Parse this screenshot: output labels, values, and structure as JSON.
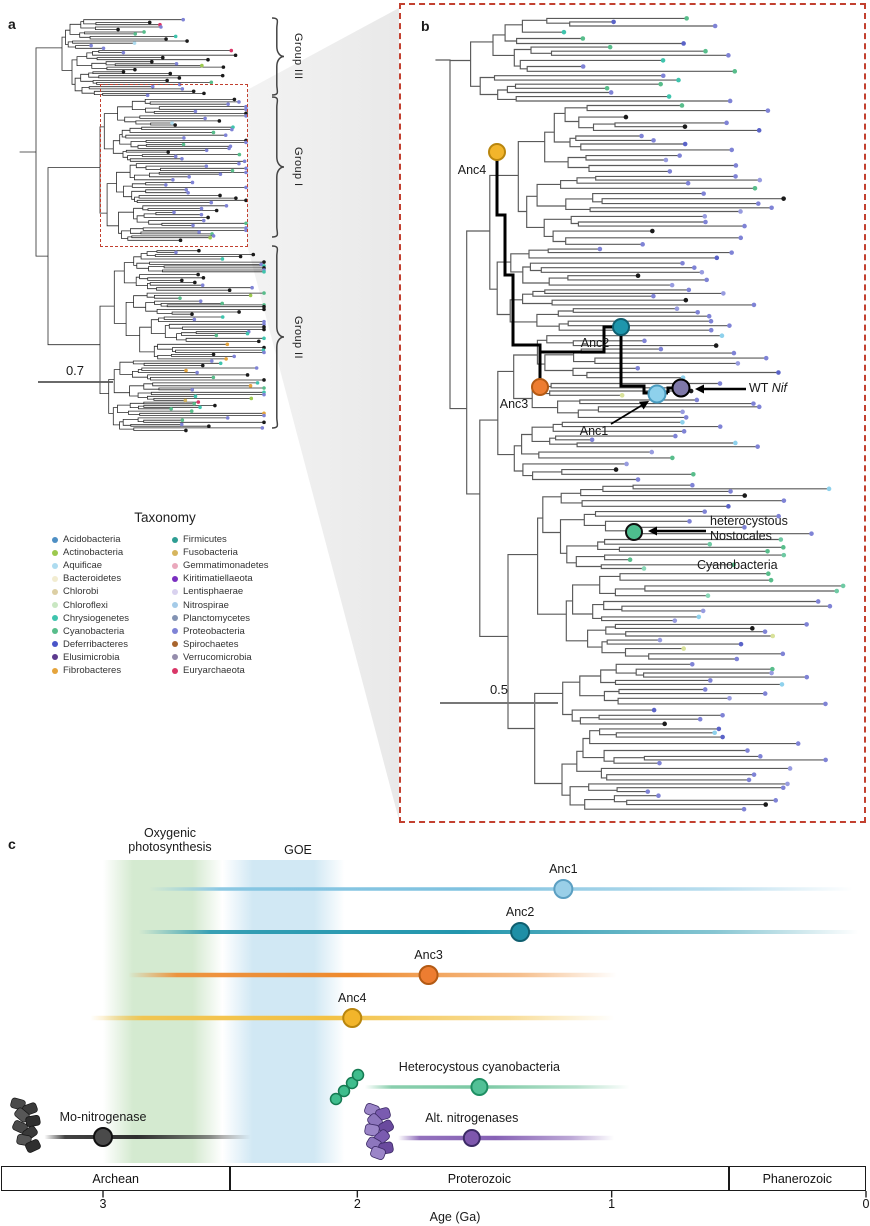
{
  "panel_a": {
    "label": "a",
    "scale_bar_label": "0.7",
    "groups": [
      "Group III",
      "Group I",
      "Group II"
    ],
    "legend": {
      "title": "Taxonomy",
      "items": [
        {
          "name": "Acidobacteria",
          "color": "#4e8fc4"
        },
        {
          "name": "Actinobacteria",
          "color": "#9cc94e"
        },
        {
          "name": "Aquificae",
          "color": "#aedcf0"
        },
        {
          "name": "Bacteroidetes",
          "color": "#f2ecd0"
        },
        {
          "name": "Chlorobi",
          "color": "#dccfa4"
        },
        {
          "name": "Chloroflexi",
          "color": "#c9e7c2"
        },
        {
          "name": "Chrysiogenetes",
          "color": "#3fc4ad"
        },
        {
          "name": "Cyanobacteria",
          "color": "#58bd8b"
        },
        {
          "name": "Deferribacteres",
          "color": "#4a55c8"
        },
        {
          "name": "Elusimicrobia",
          "color": "#5c3a8e"
        },
        {
          "name": "Fibrobacteres",
          "color": "#e5a43c"
        },
        {
          "name": "Firmicutes",
          "color": "#2e9d93"
        },
        {
          "name": "Fusobacteria",
          "color": "#d6b55e"
        },
        {
          "name": "Gemmatimonadetes",
          "color": "#eaa8bc"
        },
        {
          "name": "Kiritimatiellaeota",
          "color": "#7a2fc0"
        },
        {
          "name": "Lentisphaerae",
          "color": "#d9d2ef"
        },
        {
          "name": "Nitrospirae",
          "color": "#a5cbe8"
        },
        {
          "name": "Planctomycetes",
          "color": "#8393b3"
        },
        {
          "name": "Proteobacteria",
          "color": "#7f83d6"
        },
        {
          "name": "Spirochaetes",
          "color": "#a8652e"
        },
        {
          "name": "Verrucomicrobia",
          "color": "#958dac"
        },
        {
          "name": "Euryarchaeota",
          "color": "#d93667"
        }
      ]
    }
  },
  "panel_b": {
    "label": "b",
    "scale_bar_label": "0.5",
    "nodes": [
      {
        "id": "anc4",
        "label": "Anc4",
        "color": "#f2b52b",
        "stroke": "#b9860e"
      },
      {
        "id": "anc3",
        "label": "Anc3",
        "color": "#ed7d31",
        "stroke": "#b35a14"
      },
      {
        "id": "anc2",
        "label": "Anc2",
        "color": "#1e96ac",
        "stroke": "#0f5f70"
      },
      {
        "id": "anc1",
        "label": "Anc1",
        "color": "#8ed1ec",
        "stroke": "#4a9cc0"
      },
      {
        "id": "wt_nif",
        "label_prefix": "WT ",
        "label_gene": "Nif",
        "color": "#7e78a8",
        "stroke": "#000000"
      },
      {
        "id": "nostocales",
        "label_line1": "heterocystous",
        "label_line2": "Nostocales",
        "color": "#4dbd8e",
        "stroke": "#111111"
      }
    ],
    "cyanobacteria_label": "Cyanobacteria"
  },
  "panel_c": {
    "label": "c",
    "band_labels": {
      "oxygenic_line1": "Oxygenic",
      "oxygenic_line2": "photosynthesis",
      "goe": "GOE"
    }
  },
  "chart_data": {
    "type": "scatter",
    "title": "Estimated ages of ancestral nitrogenases and geologic events",
    "xlabel": "Age (Ga)",
    "x_axis": {
      "ticks": [
        "3",
        "2",
        "1",
        "0"
      ],
      "range": [
        3.4,
        0
      ],
      "orientation": "reversed"
    },
    "eras": [
      {
        "name": "Archean",
        "from_Ga": 3.4,
        "to_Ga": 2.5
      },
      {
        "name": "Proterozoic",
        "from_Ga": 2.5,
        "to_Ga": 0.54
      },
      {
        "name": "Phanerozoic",
        "from_Ga": 0.54,
        "to_Ga": 0
      }
    ],
    "bands": [
      {
        "name": "Oxygenic photosynthesis",
        "from_Ga": 3.0,
        "to_Ga": 2.53,
        "color": "#cde6c8"
      },
      {
        "name": "GOE",
        "from_Ga": 2.53,
        "to_Ga": 2.05,
        "color": "#c9e4f2"
      }
    ],
    "series": [
      {
        "name": "Anc1",
        "point_Ga": 1.19,
        "range_Ga": [
          2.82,
          0.05
        ],
        "line_color": "#7fc2e0",
        "point_fill": "#9acfe8",
        "point_stroke": "#5b9fc2"
      },
      {
        "name": "Anc2",
        "point_Ga": 1.36,
        "range_Ga": [
          2.86,
          0.03
        ],
        "line_color": "#2396ad",
        "point_fill": "#1e8fa6",
        "point_stroke": "#0f5f70"
      },
      {
        "name": "Anc3",
        "point_Ga": 1.72,
        "range_Ga": [
          2.9,
          0.98
        ],
        "line_color": "#ee8a2e",
        "point_fill": "#ed7d31",
        "point_stroke": "#b35a14"
      },
      {
        "name": "Anc4",
        "point_Ga": 2.02,
        "range_Ga": [
          3.05,
          0.99
        ],
        "line_color": "#f3c143",
        "point_fill": "#f2b52b",
        "point_stroke": "#b9860e"
      },
      {
        "name": "Heterocystous cyanobacteria",
        "point_Ga": 1.52,
        "range_Ga": [
          1.97,
          0.93
        ],
        "line_color": "#7cc9a4",
        "point_fill": "#52c096",
        "point_stroke": "#1f8f63"
      },
      {
        "name": "Alt. nitrogenases",
        "point_Ga": 1.55,
        "range_Ga": [
          1.84,
          0.99
        ],
        "line_color": "#8661b5",
        "point_fill": "#7e57ad",
        "point_stroke": "#3c2a66"
      },
      {
        "name": "Mo-nitrogenase",
        "point_Ga": 3.0,
        "range_Ga": [
          3.23,
          2.42
        ],
        "line_color": "#2e2e2e",
        "point_fill": "#4a4a4a",
        "point_stroke": "#111111"
      }
    ]
  },
  "decor": {
    "tree_colors": {
      "clade_iii": [
        [
          "#1a1a1a",
          0.42
        ],
        [
          "#7f83d6",
          0.2
        ],
        [
          "#d93667",
          0.09
        ],
        [
          "#3fc4ad",
          0.1
        ],
        [
          "#58bd8b",
          0.09
        ],
        [
          "#aedcf0",
          0.05
        ],
        [
          "#9cc94e",
          0.05
        ]
      ],
      "clade_i": [
        [
          "#1a1a1a",
          0.3
        ],
        [
          "#7f83d6",
          0.44
        ],
        [
          "#58bd8b",
          0.12
        ],
        [
          "#3fc4ad",
          0.07
        ],
        [
          "#aedcf0",
          0.04
        ],
        [
          "#9cc94e",
          0.03
        ]
      ],
      "clade_ii": [
        [
          "#1a1a1a",
          0.3
        ],
        [
          "#3fc4ad",
          0.18
        ],
        [
          "#58bd8b",
          0.14
        ],
        [
          "#7f83d6",
          0.2
        ],
        [
          "#d93667",
          0.06
        ],
        [
          "#e5a43c",
          0.06
        ],
        [
          "#9cc94e",
          0.03
        ],
        [
          "#d6b55e",
          0.03
        ]
      ],
      "b_main": [
        [
          "#7f83d6",
          0.66
        ],
        [
          "#989ce0",
          0.1
        ],
        [
          "#1a1a1a",
          0.07
        ],
        [
          "#8ed1ec",
          0.06
        ],
        [
          "#58bd8b",
          0.03
        ],
        [
          "#d9e29a",
          0.03
        ],
        [
          "#5a63c8",
          0.05
        ]
      ],
      "b_green": [
        [
          "#6fcaa4",
          0.4
        ],
        [
          "#58bd8b",
          0.4
        ],
        [
          "#8ad8b8",
          0.2
        ]
      ],
      "b_top": [
        [
          "#58bd8b",
          0.3
        ],
        [
          "#7f83d6",
          0.3
        ],
        [
          "#3fc4ad",
          0.2
        ],
        [
          "#5a63c8",
          0.1
        ],
        [
          "#8ad8b8",
          0.1
        ]
      ]
    }
  }
}
